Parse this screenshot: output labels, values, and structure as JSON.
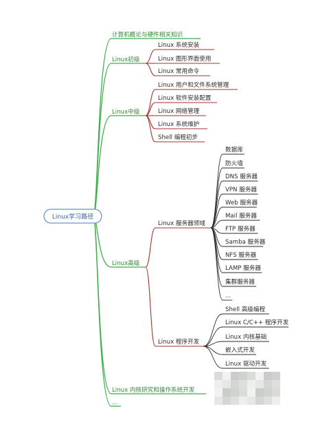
{
  "root": {
    "label": "Linux学习路径"
  },
  "branches": [
    {
      "label": "计算机概论与硬件相关知识",
      "children": []
    },
    {
      "label": "Linux初级",
      "children": [
        {
          "label": "Linux 系统安装"
        },
        {
          "label": "Linux 图形界面使用"
        },
        {
          "label": "Linux 常用命令"
        }
      ]
    },
    {
      "label": "Linux中级",
      "children": [
        {
          "label": "Linux 用户和文件系统管理"
        },
        {
          "label": "Linux 软件安装配置"
        },
        {
          "label": "Linux 网络管理"
        },
        {
          "label": "Linux 系统维护"
        },
        {
          "label": "Shell 编程初步"
        }
      ]
    },
    {
      "label": "Linux高级",
      "children": [
        {
          "label": "Linux 服务器领域",
          "children": [
            "数据库",
            "防火墙",
            "DNS 服务器",
            "VPN 服务器",
            "Web 服务器",
            "Mail 服务器",
            "FTP 服务器",
            "Samba 服务器",
            "NFS 服务器",
            "LAMP 服务器",
            "集群服务器",
            "..."
          ]
        },
        {
          "label": "Linux 程序开发",
          "children": [
            "Shell 高级编程",
            "Linux C/C++ 程序开发",
            "Linux 内核基础",
            "嵌入式开发",
            "Linux 驱动开发"
          ]
        }
      ]
    },
    {
      "label": "Linux 内核研究和操作系统开发",
      "children": []
    },
    {
      "label": "...",
      "children": []
    }
  ],
  "colors": {
    "branch_line": "#3fae4c",
    "branch_text": "#2e8b3a",
    "sub_line": "#a5312b",
    "leaf_line": "#2b2b2b",
    "root_border": "#6f8fc8"
  }
}
